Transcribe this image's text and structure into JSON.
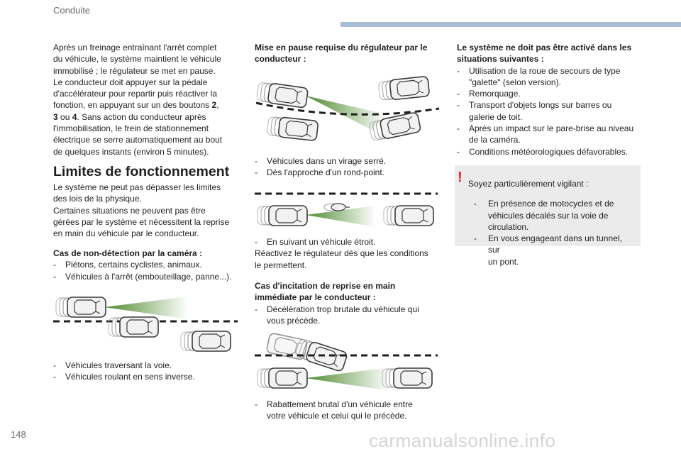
{
  "header": {
    "title": "Conduite",
    "accent_color": "#a8bdd6"
  },
  "page_number": "148",
  "watermark": "carmanualsonline.info",
  "col1": {
    "intro": [
      "Après un freinage entraînant l'arrêt complet",
      "du véhicule, le système maintient le véhicule",
      "immobilisé ; le régulateur se met en pause.",
      "Le conducteur doit appuyer sur la pédale",
      "d'accélérateur pour repartir puis réactiver la",
      "fonction, en appuyant sur un des boutons"
    ],
    "intro_b1": "2",
    "intro_sep": ",",
    "intro_b2": "3",
    "intro_ou": "ou",
    "intro_b3": "4",
    "intro_after": ". Sans action du conducteur après",
    "intro_rest": [
      "l'immobilisation, le frein de stationnement",
      "électrique se serre automatiquement au bout",
      "de quelques instants (environ 5 minutes)."
    ],
    "limits_title": "Limites de fonctionnement",
    "limits_text": [
      "Le système ne peut pas dépasser les limites",
      "des lois de la physique.",
      "Certaines situations ne peuvent pas être",
      "gérées par le système et nécessitent la reprise",
      "en main du véhicule par le conducteur."
    ],
    "camera_title": "Cas de non-détection par la caméra :",
    "camera_items": [
      "Piétons, certains cyclistes, animaux.",
      "Véhicules à l'arrêt (embouteillage, panne...)."
    ],
    "after_fig_items": [
      "Véhicules traversant la voie.",
      "Véhicules roulant en sens inverse."
    ]
  },
  "col2": {
    "pause_title": [
      "Mise en pause requise du régulateur par le",
      "conducteur :"
    ],
    "curve_items": [
      "Véhicules dans un virage serré.",
      "Dès l'approche d'un rond-point."
    ],
    "narrow_item": "En suivant un véhicule étroit.",
    "reactivate": [
      "Réactivez le régulateur dès que les conditions",
      "le permettent."
    ],
    "takeover_title": [
      "Cas d'incitation de reprise en main",
      "immédiate par le conducteur :"
    ],
    "takeover_item": [
      "Décélération trop brutale du véhicule qui",
      "vous précède."
    ],
    "cutin_item": [
      "Rabattement brutal d'un véhicule entre",
      "votre véhicule et celui qui le précède."
    ]
  },
  "col3": {
    "title": [
      "Le système ne doit pas être activé dans les",
      "situations suivantes :"
    ],
    "items": [
      [
        "Utilisation de la roue de secours de type",
        "\"galette\" (selon version)."
      ],
      [
        "Remorquage."
      ],
      [
        "Transport d'objets longs sur barres ou",
        "galerie de toit."
      ],
      [
        "Après un impact sur le pare-brise au niveau",
        "de la caméra."
      ],
      [
        "Conditions météorologiques défavorables."
      ]
    ],
    "warning": {
      "mark": "!",
      "intro": "Soyez particulièrement vigilant :",
      "items": [
        [
          "En présence de motocycles et de",
          "véhicules décalés sur la voie de",
          "circulation."
        ],
        [
          "En vous engageant dans un tunnel, sur",
          "un pont."
        ]
      ],
      "mark_color": "#e2231a"
    }
  },
  "dash": "-",
  "colors": {
    "beam": "#4e8a2e",
    "car_outline": "#3a3a3a",
    "car_fill": "#f2f2f2"
  }
}
